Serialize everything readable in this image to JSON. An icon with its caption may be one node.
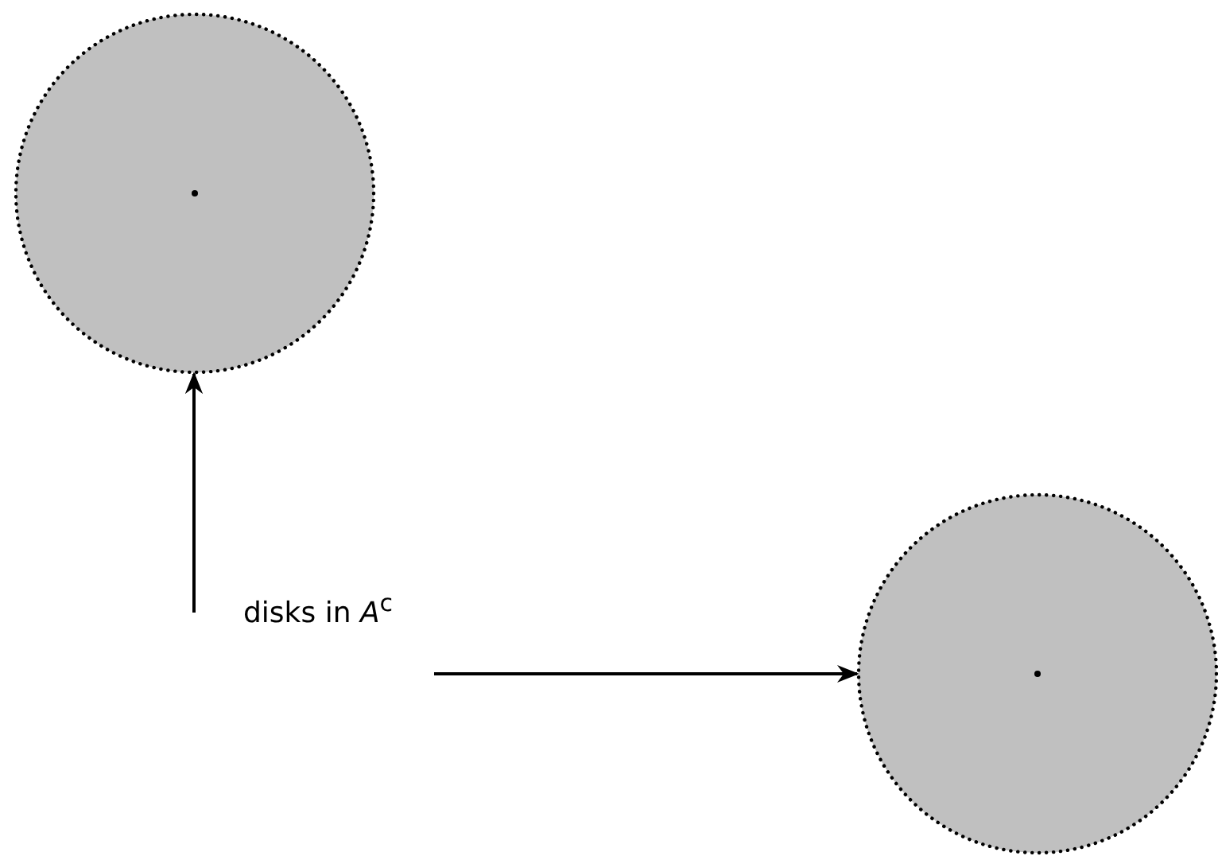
{
  "diagram": {
    "nodes": [
      {
        "text": [],
        "shape": "circle"
      },
      {
        "text": [],
        "shape": "circle"
      },
      {
        "text": [
          "disks in *A*$^{c}$"
        ]
      }
    ],
    "edges": [
      {
        "from": 2,
        "to": 0,
        "arrow": "to"
      },
      {
        "from": 2,
        "to": 1,
        "arrow": "to"
      }
    ]
  }
}
